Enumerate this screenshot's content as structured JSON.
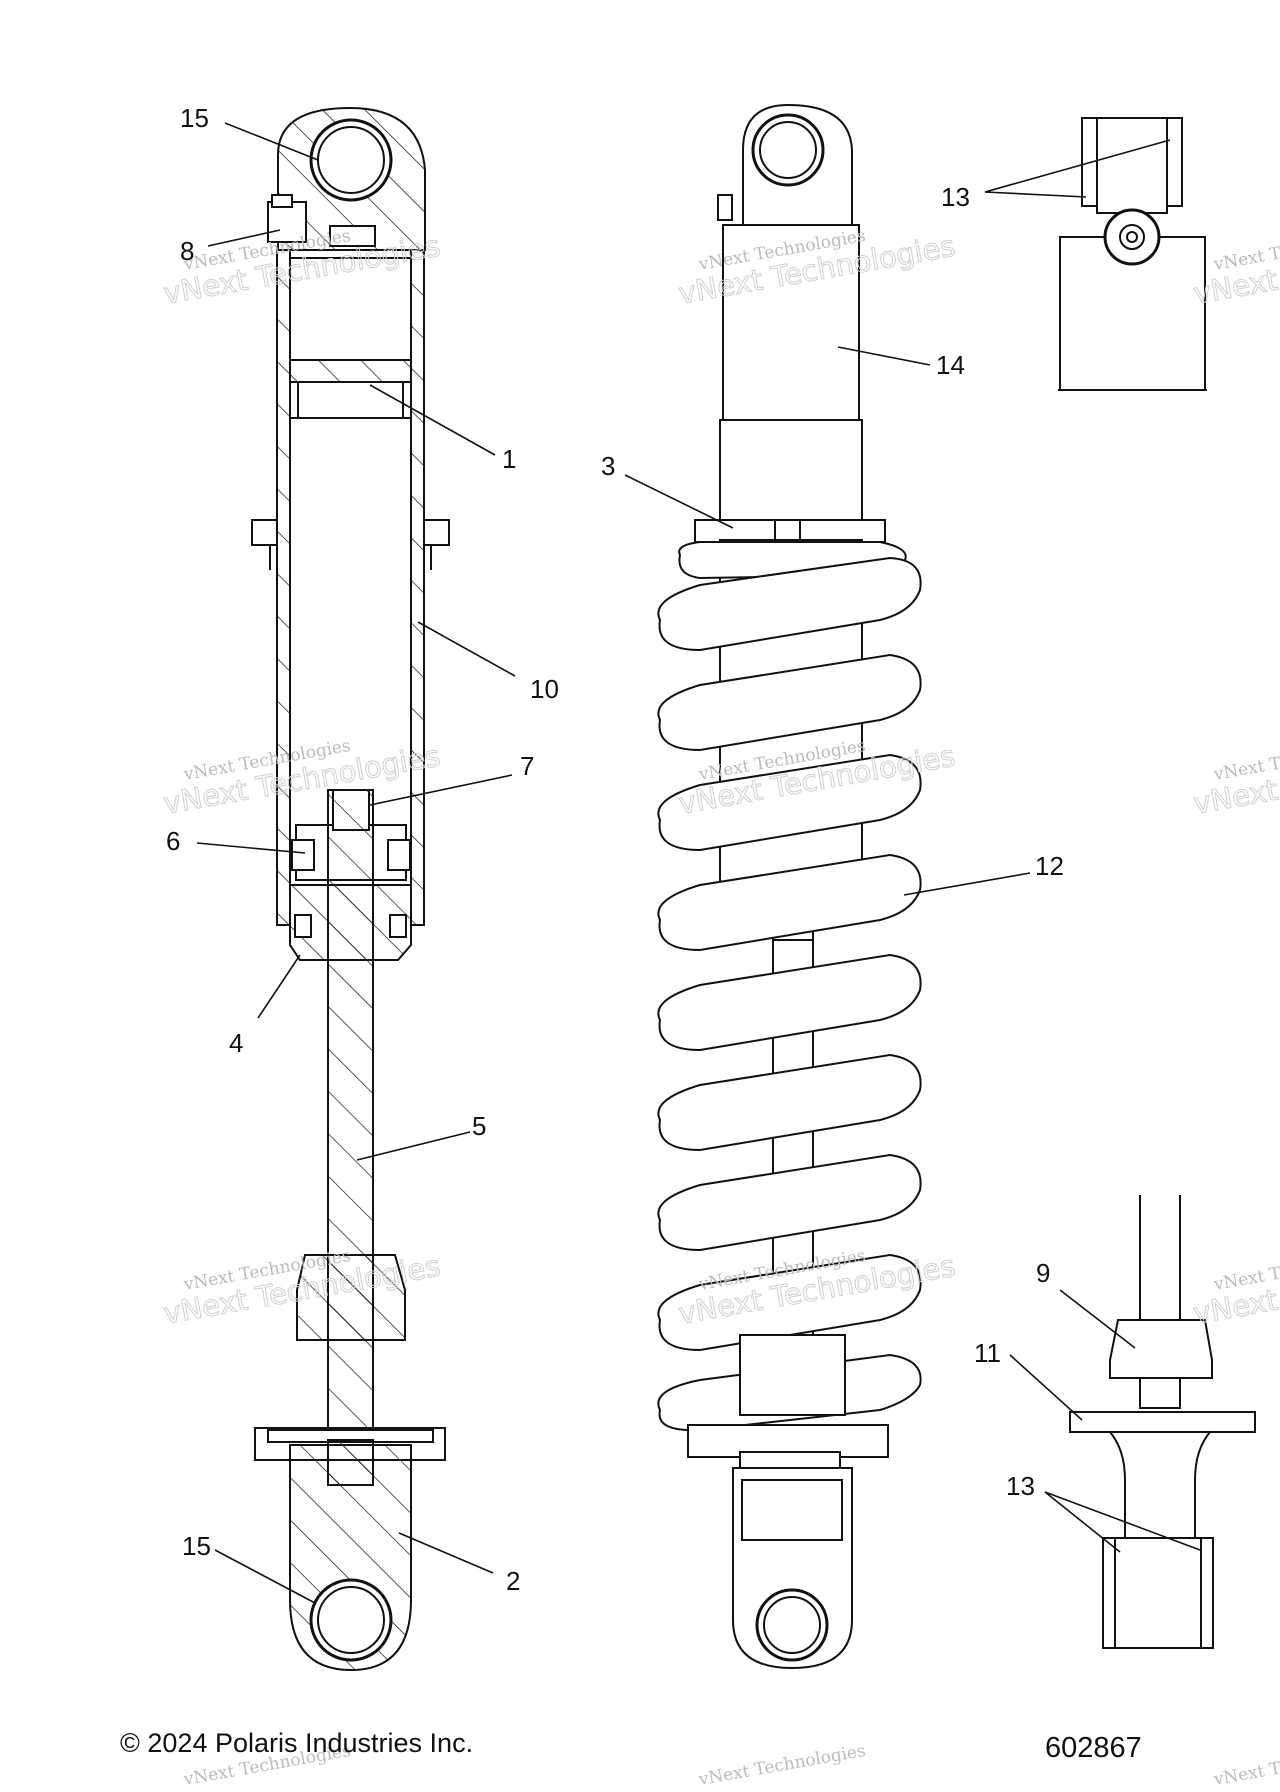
{
  "callouts": [
    {
      "id": "15a",
      "label": "15"
    },
    {
      "id": "8",
      "label": "8"
    },
    {
      "id": "1",
      "label": "1"
    },
    {
      "id": "10",
      "label": "10"
    },
    {
      "id": "7",
      "label": "7"
    },
    {
      "id": "6",
      "label": "6"
    },
    {
      "id": "4",
      "label": "4"
    },
    {
      "id": "5",
      "label": "5"
    },
    {
      "id": "15b",
      "label": "15"
    },
    {
      "id": "2",
      "label": "2"
    },
    {
      "id": "14",
      "label": "14"
    },
    {
      "id": "3",
      "label": "3"
    },
    {
      "id": "12",
      "label": "12"
    },
    {
      "id": "13a",
      "label": "13"
    },
    {
      "id": "9",
      "label": "9"
    },
    {
      "id": "11",
      "label": "11"
    },
    {
      "id": "13b",
      "label": "13"
    }
  ],
  "watermark": {
    "line1": "vNext Technologies",
    "line2": "vNext Technologies"
  },
  "footer": {
    "copyright": "© 2024 Polaris Industries Inc.",
    "diagram_number": "602867"
  }
}
